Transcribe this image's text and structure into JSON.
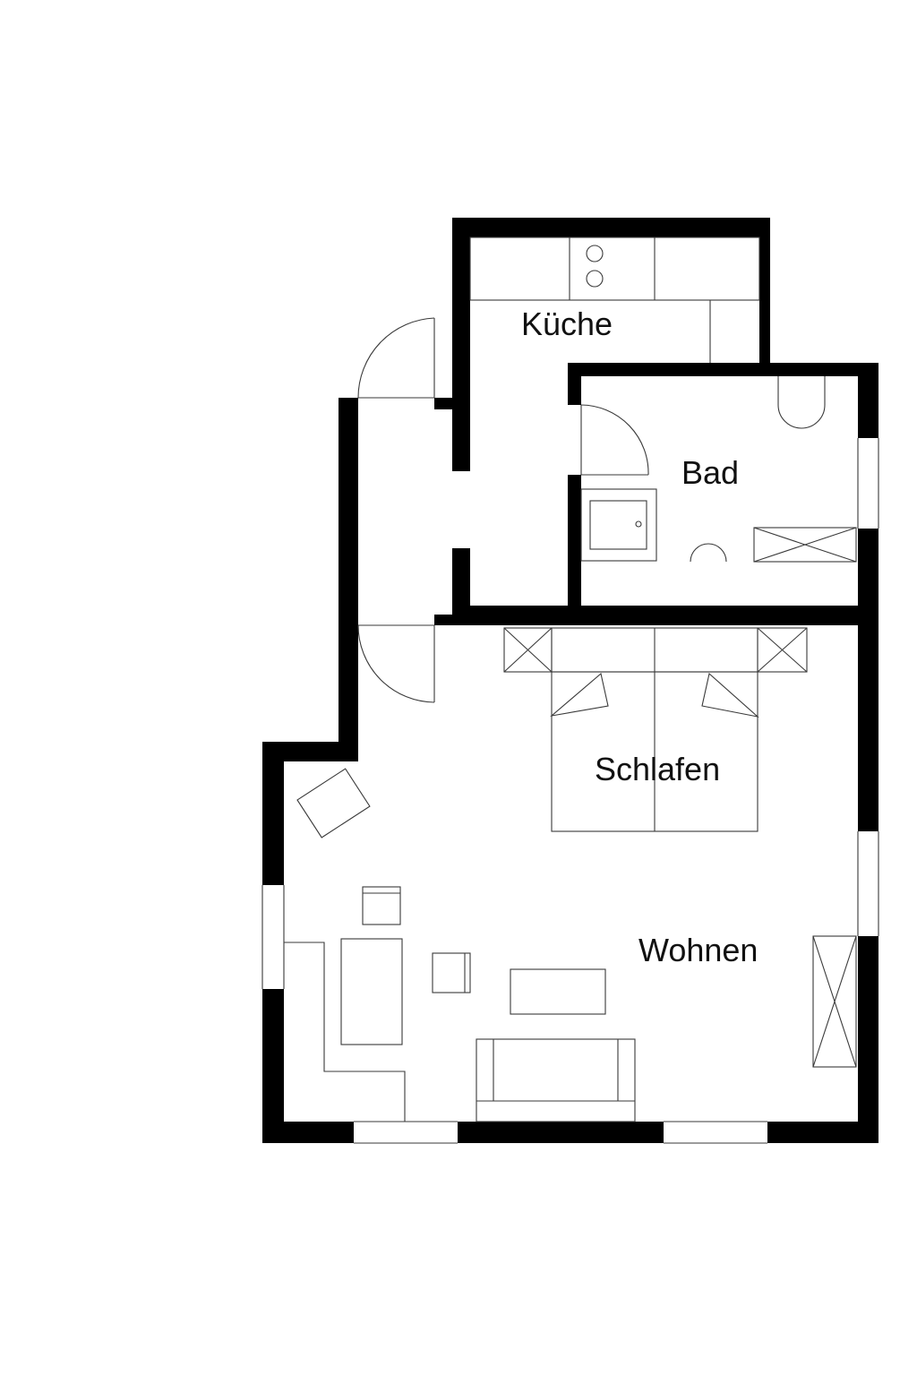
{
  "plan": {
    "rooms": {
      "kitchen": "Küche",
      "bath": "Bad",
      "bedroom": "Schlafen",
      "living": "Wohnen"
    },
    "colors": {
      "wall": "#000000",
      "background": "#ffffff",
      "fixture_line": "#3a3a3a"
    }
  }
}
